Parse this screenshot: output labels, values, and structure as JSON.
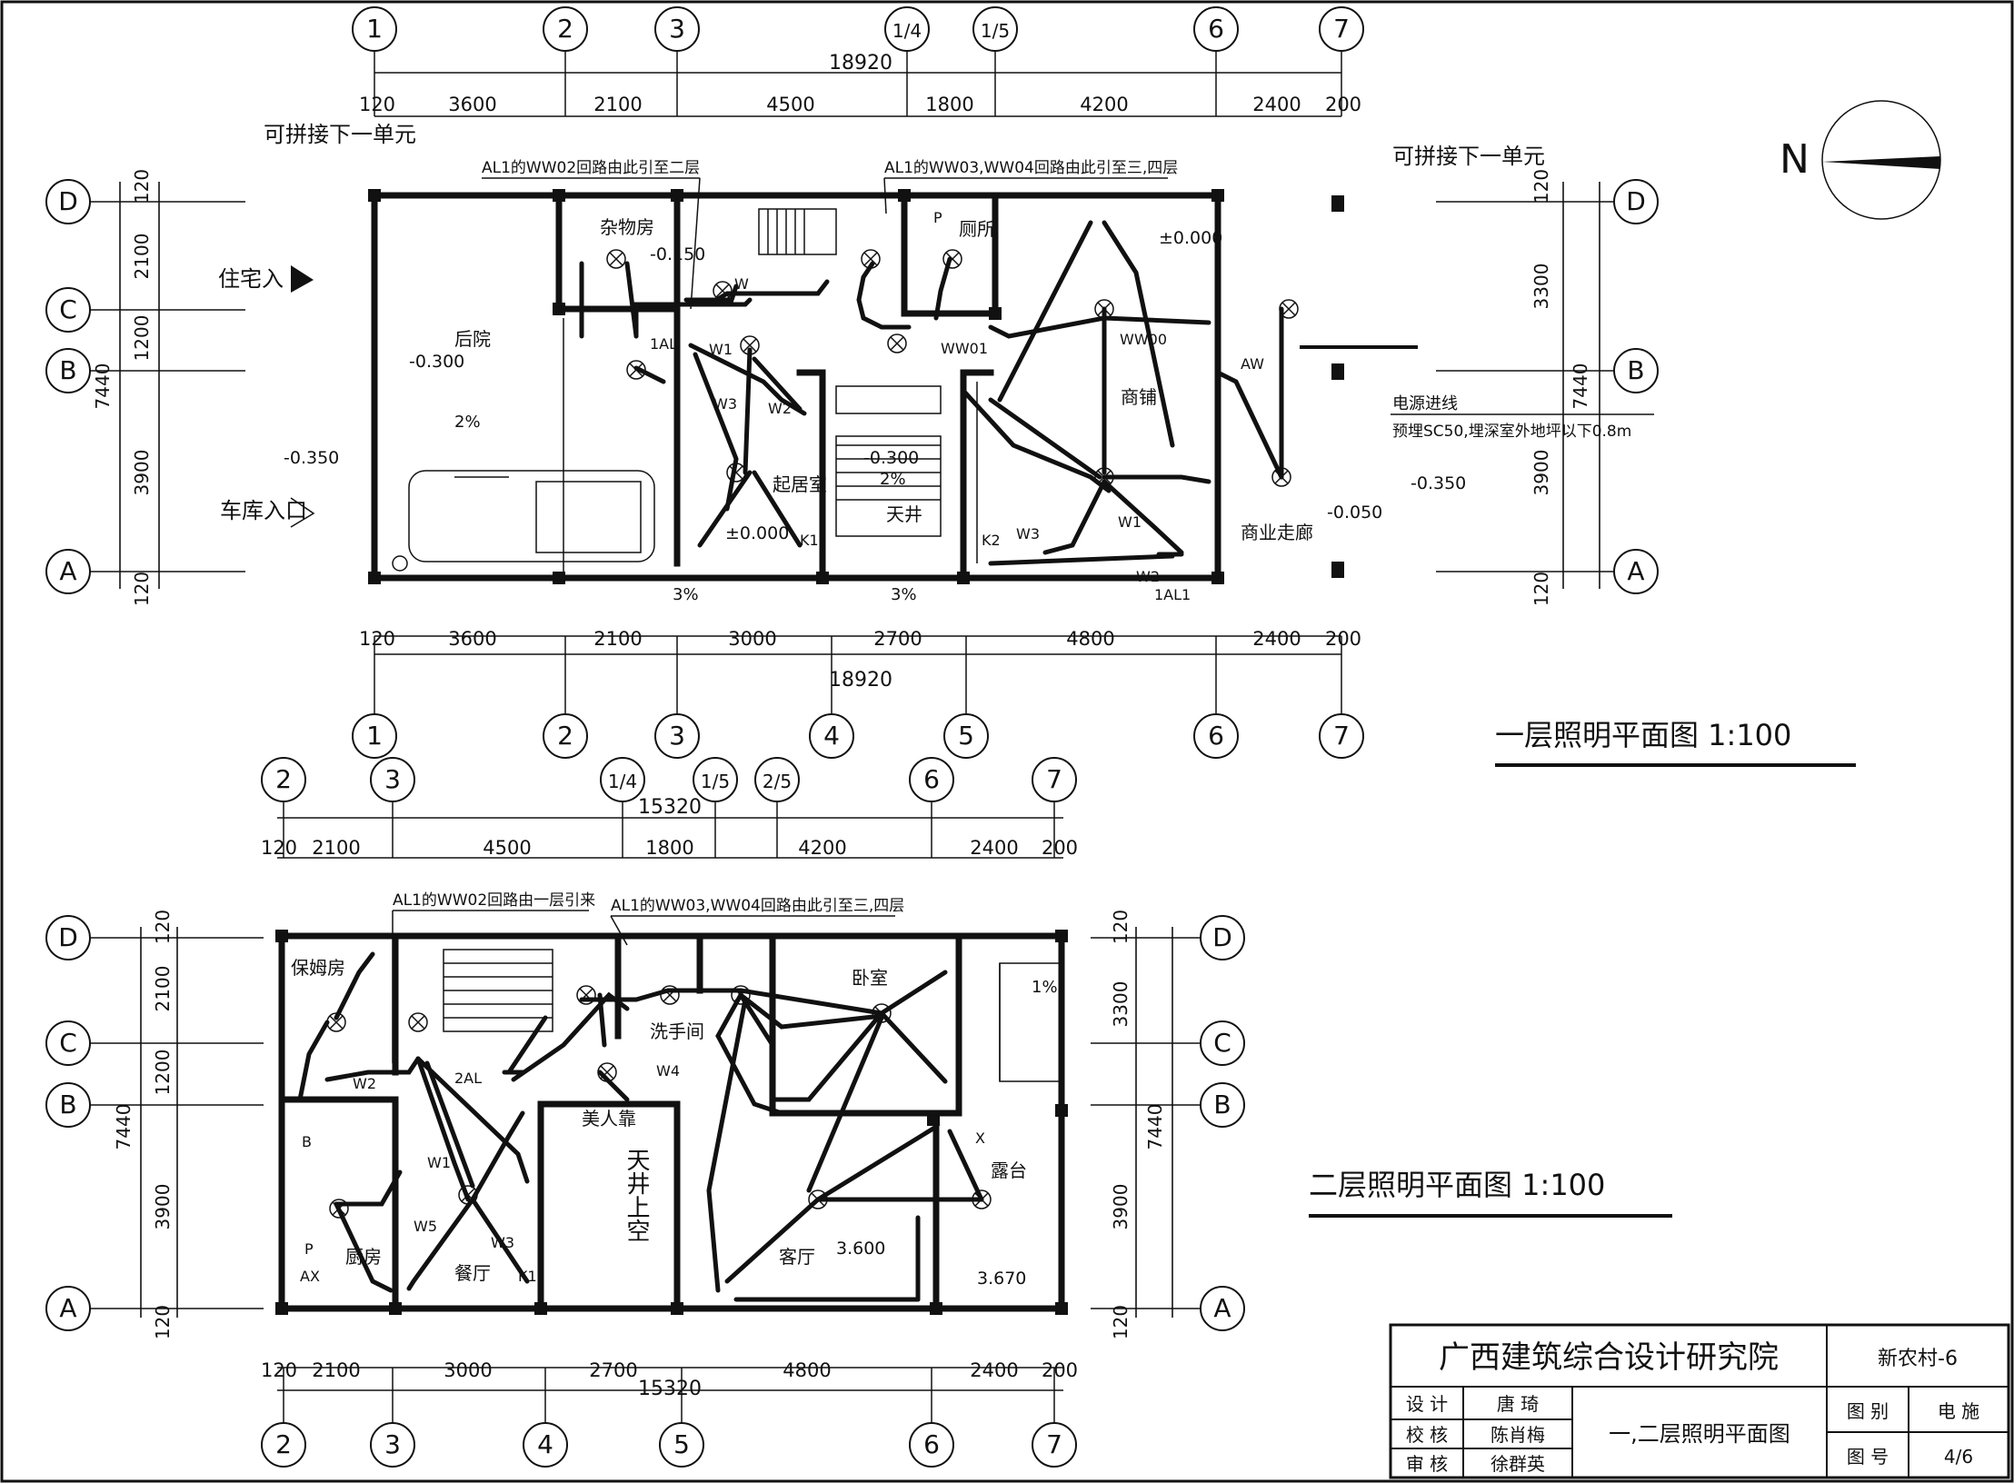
{
  "plan1": {
    "title": "一层照明平面图  1:100",
    "axes_top": [
      "1",
      "2",
      "3",
      "1/4",
      "1/5",
      "6",
      "7"
    ],
    "axes_bottom": [
      "1",
      "2",
      "3",
      "4",
      "5",
      "6",
      "7"
    ],
    "axes_left": [
      "D",
      "C",
      "B",
      "A"
    ],
    "axes_right": [
      "D",
      "B",
      "A"
    ],
    "total_dim_top": "18920",
    "total_dim_bottom": "18920",
    "dims_top": [
      "120",
      "3600",
      "2100",
      "4500",
      "1800",
      "4200",
      "2400",
      "200"
    ],
    "dims_bottom": [
      "120",
      "3600",
      "2100",
      "3000",
      "2700",
      "4800",
      "2400",
      "200"
    ],
    "dims_left": [
      "120",
      "2100",
      "1200",
      "3900",
      "120"
    ],
    "dims_left_total": "7440",
    "dims_right": [
      "120",
      "3300",
      "3900",
      "120"
    ],
    "dims_right_total": "7440",
    "rooms": [
      "杂物房",
      "后院",
      "起居室",
      "天井",
      "厕所",
      "商铺",
      "商业走廊"
    ],
    "notes": {
      "join_left": "可拼接下一单元",
      "join_right": "可拼接下一单元",
      "residence_entry": "住宅入",
      "garage_entry": "车库入口",
      "ww02": "AL1的WW02回路由此引至二层",
      "ww03": "AL1的WW03,WW04回路由此引至三,四层",
      "power_in": "电源进线",
      "power_note": "预埋SC50,埋深室外地坪以下0.8m"
    },
    "levels": [
      "-0.150",
      "-0.300",
      "-0.350",
      "±0.000",
      "-0.300",
      "±0.000",
      "-0.050",
      "-0.350"
    ],
    "slopes": [
      "2%",
      "2%",
      "3%",
      "3%"
    ],
    "labels": [
      "1AL",
      "W1",
      "W2",
      "W3",
      "WW01",
      "WW00",
      "AW",
      "W1",
      "W2",
      "W3",
      "K1",
      "K2",
      "1AL1",
      "W",
      "P"
    ]
  },
  "plan2": {
    "title": "二层照明平面图  1:100",
    "axes_top": [
      "2",
      "3",
      "1/4",
      "1/5",
      "2/5",
      "6",
      "7"
    ],
    "axes_bottom": [
      "2",
      "3",
      "4",
      "5",
      "6",
      "7"
    ],
    "axes_left": [
      "D",
      "C",
      "B",
      "A"
    ],
    "axes_right": [
      "D",
      "C",
      "B",
      "A"
    ],
    "total_dim_top": "15320",
    "total_dim_bottom": "15320",
    "dims_top": [
      "120",
      "2100",
      "4500",
      "1800",
      "4200",
      "2400",
      "200"
    ],
    "dims_bottom": [
      "120",
      "2100",
      "3000",
      "2700",
      "4800",
      "2400",
      "200"
    ],
    "dims_left": [
      "120",
      "2100",
      "1200",
      "3900",
      "120"
    ],
    "dims_left_total": "7440",
    "dims_right": [
      "120",
      "3300",
      "3900",
      "120"
    ],
    "dims_right_total": "7440",
    "rooms": [
      "保姆房",
      "卧室",
      "洗手间",
      "美人靠",
      "天井上空",
      "客厅",
      "露台",
      "厨房",
      "餐厅"
    ],
    "notes": {
      "ww02": "AL1的WW02回路由一层引来",
      "ww03": "AL1的WW03,WW04回路由此引至三,四层"
    },
    "levels": [
      "3.600",
      "3.670"
    ],
    "slopes": [
      "1%"
    ],
    "labels": [
      "2AL",
      "W1",
      "W2",
      "W3",
      "W4",
      "W5",
      "K1",
      "AX",
      "B",
      "P",
      "X"
    ]
  },
  "north": "N",
  "title_block": {
    "institute": "广西建筑综合设计研究院",
    "project": "新农村-6",
    "design_label": "设 计",
    "design_name": "唐 琦",
    "check_label": "校 核",
    "check_name": "陈肖梅",
    "review_label": "审 核",
    "review_name": "徐群英",
    "drawing_name": "一,二层照明平面图",
    "category_label": "图 别",
    "category_value": "电 施",
    "number_label": "图 号",
    "number_value": "4/6"
  }
}
